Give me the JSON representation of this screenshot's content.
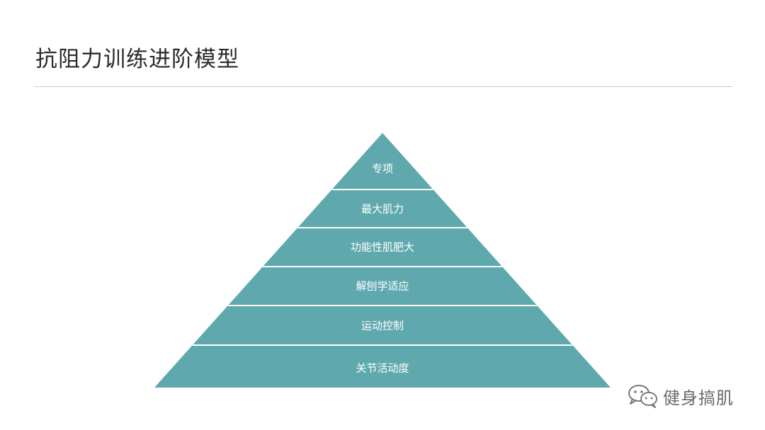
{
  "slide": {
    "title": "抗阻力训练进阶模型"
  },
  "pyramid": {
    "fill_color": "#5fa9ae",
    "divider_color": "#ffffff",
    "levels": [
      {
        "label": "专项"
      },
      {
        "label": "最大肌力"
      },
      {
        "label": "功能性肌肥大"
      },
      {
        "label": "解刨学适应"
      },
      {
        "label": "运动控制"
      },
      {
        "label": "关节活动度"
      }
    ]
  },
  "watermark": {
    "text": "健身搞肌",
    "icon": "wechat-icon"
  }
}
